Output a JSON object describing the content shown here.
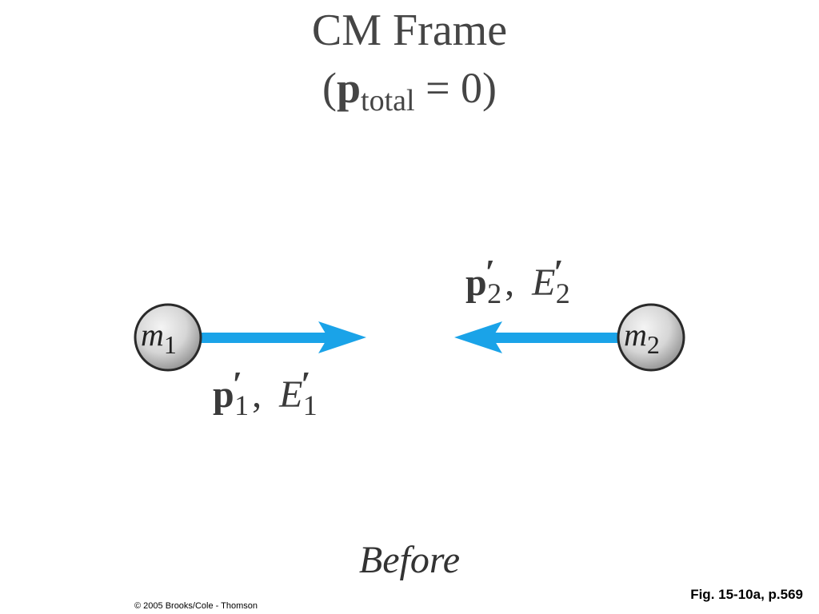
{
  "title": {
    "line1": "CM Frame",
    "line2_open": "(",
    "line2_symbol": "p",
    "line2_sub": "total",
    "line2_rest": " = 0)"
  },
  "particles": [
    {
      "name": "m",
      "subscript": "1",
      "momentum_symbol": "p",
      "energy_symbol": "E",
      "prime": "′",
      "index": "1",
      "arrow_direction": "right"
    },
    {
      "name": "m",
      "subscript": "2",
      "momentum_symbol": "p",
      "energy_symbol": "E",
      "prime": "′",
      "index": "2",
      "arrow_direction": "left"
    }
  ],
  "separator": ",",
  "caption": "Before",
  "figure_ref": "Fig. 15-10a, p.569",
  "copyright": "© 2005 Brooks/Cole - Thomson",
  "colors": {
    "arrow": "#1aa3e8",
    "sphere_light": "#ececec",
    "sphere_dark": "#9a9a9a",
    "text": "#3a3a3a"
  }
}
